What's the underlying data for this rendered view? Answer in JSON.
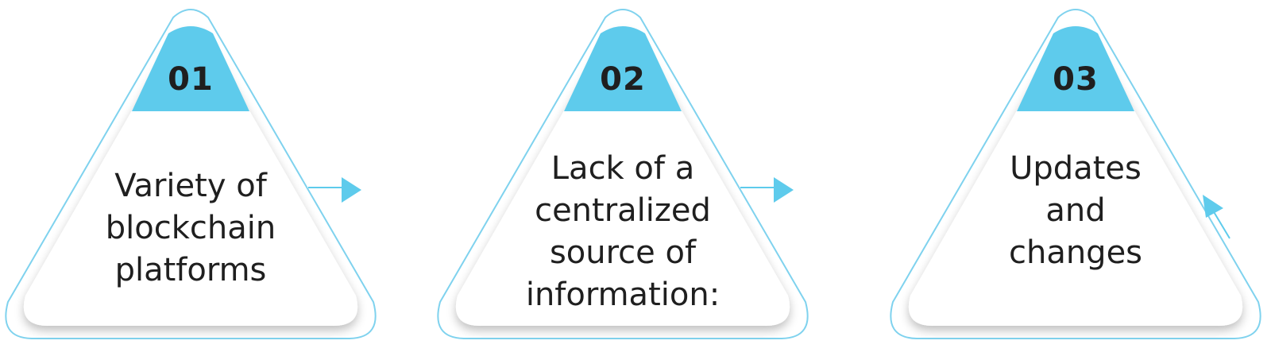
{
  "colors": {
    "accent": "#5ecbec",
    "outline": "#7fd2ee",
    "text": "#1f1f1f",
    "card_fill": "#ffffff"
  },
  "steps": [
    {
      "number": "01",
      "lines": [
        "Variety of",
        "blockchain",
        "platforms"
      ],
      "arrow": "right-arrow-icon"
    },
    {
      "number": "02",
      "lines": [
        "Lack of a",
        "centralized",
        "source of",
        "information:"
      ],
      "arrow": "right-arrow-icon"
    },
    {
      "number": "03",
      "lines": [
        "Updates",
        "and",
        "changes"
      ],
      "arrow": "up-arrow-icon"
    }
  ]
}
